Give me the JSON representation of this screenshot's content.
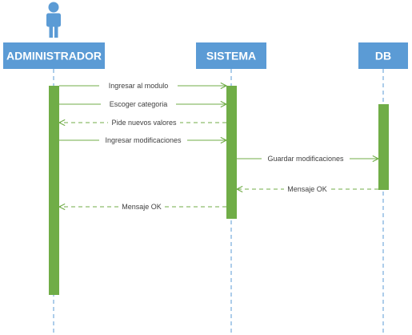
{
  "colors": {
    "actor_fill": "#5b9bd5",
    "actor_text": "#ffffff",
    "lifeline": "#5b9bd5",
    "activation": "#70ad47",
    "message": "#70ad47",
    "message_text": "#404040"
  },
  "participants": [
    {
      "id": "admin",
      "label": "ADMINISTRADOR",
      "has_actor_icon": true
    },
    {
      "id": "sistema",
      "label": "SISTEMA",
      "has_actor_icon": false
    },
    {
      "id": "db",
      "label": "DB",
      "has_actor_icon": false
    }
  ],
  "messages": [
    {
      "label": "Ingresar al modulo",
      "from": "admin",
      "to": "sistema",
      "style": "solid"
    },
    {
      "label": "Escoger categoria",
      "from": "admin",
      "to": "sistema",
      "style": "solid"
    },
    {
      "label": "Pide nuevos valores",
      "from": "sistema",
      "to": "admin",
      "style": "dashed"
    },
    {
      "label": "Ingresar modificaciones",
      "from": "admin",
      "to": "sistema",
      "style": "solid"
    },
    {
      "label": "Guardar modificaciones",
      "from": "sistema",
      "to": "db",
      "style": "solid"
    },
    {
      "label": "Mensaje OK",
      "from": "db",
      "to": "sistema",
      "style": "dashed"
    },
    {
      "label": "Mensaje OK",
      "from": "sistema",
      "to": "admin",
      "style": "dashed"
    }
  ]
}
